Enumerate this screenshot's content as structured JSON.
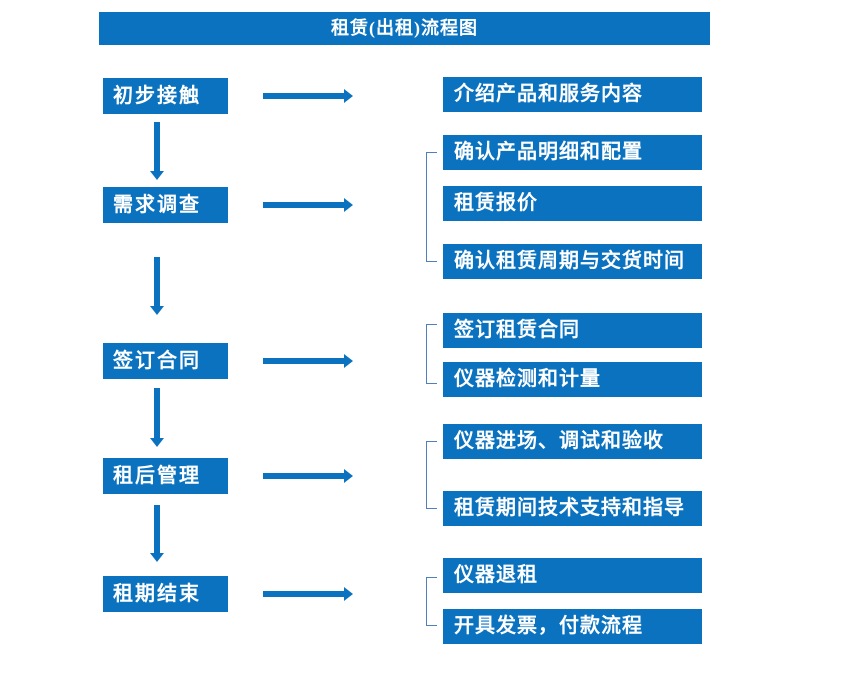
{
  "title": "租赁(出租)流程图",
  "colors": {
    "primary_blue": "#0b72bf",
    "bracket_blue": "#4f80bb",
    "text_white": "#ffffff",
    "background": "#ffffff"
  },
  "flow": {
    "steps": [
      {
        "label": "初步接触",
        "details": [
          "介绍产品和服务内容"
        ]
      },
      {
        "label": "需求调查",
        "details": [
          "确认产品明细和配置",
          "租赁报价",
          "确认租赁周期与交货时间"
        ]
      },
      {
        "label": "签订合同",
        "details": [
          "签订租赁合同",
          "仪器检测和计量"
        ]
      },
      {
        "label": "租后管理",
        "details": [
          "仪器进场、调试和验收",
          "租赁期间技术支持和指导"
        ]
      },
      {
        "label": "租期结束",
        "details": [
          "仪器退租",
          "开具发票，付款流程"
        ]
      }
    ]
  }
}
